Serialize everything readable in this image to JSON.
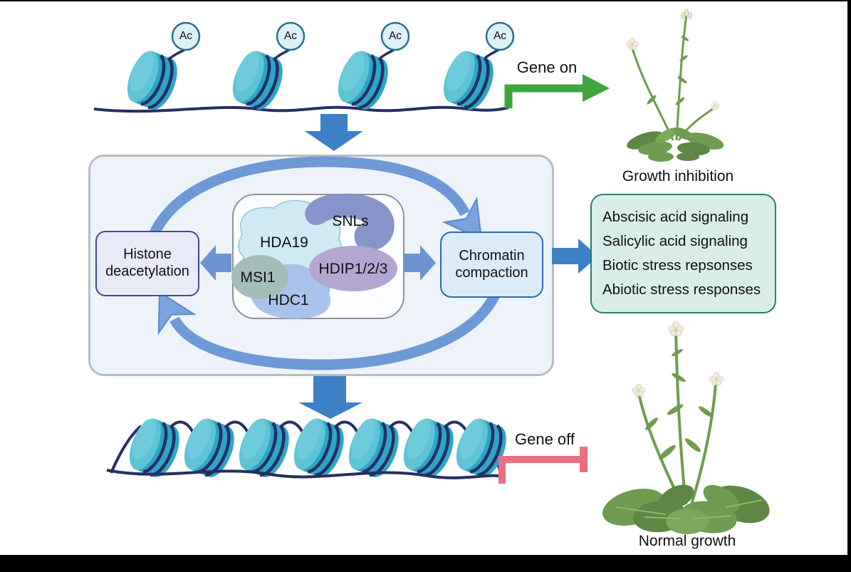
{
  "diagram": {
    "top_state": {
      "ac_label": "Ac",
      "gene_label": "Gene on"
    },
    "bottom_state": {
      "gene_label": "Gene off"
    },
    "cycle": {
      "left_box": "Histone deacetylation",
      "right_box": "Chromatin compaction"
    },
    "complex": {
      "hda19": "HDA19",
      "snls": "SNLs",
      "hdip": "HDIP1/2/3",
      "msi1": "MSI1",
      "hdc1": "HDC1"
    },
    "outcomes": {
      "lines": [
        "Abscisic acid signaling",
        "Salicylic acid signaling",
        "Biotic stress repsonses",
        "Abiotic stress responses"
      ]
    },
    "plants": {
      "top_caption": "Growth inhibition",
      "bottom_caption": "Normal growth"
    },
    "colors": {
      "nucleosome_light": "#5fc3d6",
      "nucleosome_dark": "#2ba6c6",
      "dna": "#272e63",
      "ac_fill": "#def1f8",
      "ac_border": "#2b7089",
      "block_arrow_blue": "#3c80c6",
      "cycle_arrow_blue": "#6e99d7",
      "small_arrow_blue": "#6d94d2",
      "gene_on_green": "#3fa53f",
      "gene_off_pink": "#ec6e82",
      "panel_bg": "#edf3f9",
      "panel_border": "#b9bdc1",
      "histone_box_bg": "#e9eaf8",
      "histone_box_border": "#3e4c96",
      "chromatin_box_bg": "#dcebf8",
      "chromatin_box_border": "#2b6cab",
      "outcome_box_bg": "#d9eee8",
      "outcome_box_border": "#2c7d6d",
      "hda19_fill": "#cfeaf3",
      "snls_fill": "#8793cb",
      "hdip_fill": "#b4a6d3",
      "msi1_fill": "#a4bdb9",
      "hdc1_fill": "#a9c4ec",
      "plant_green": "#6f9c50",
      "flower_cream": "#f2ecdd"
    }
  }
}
